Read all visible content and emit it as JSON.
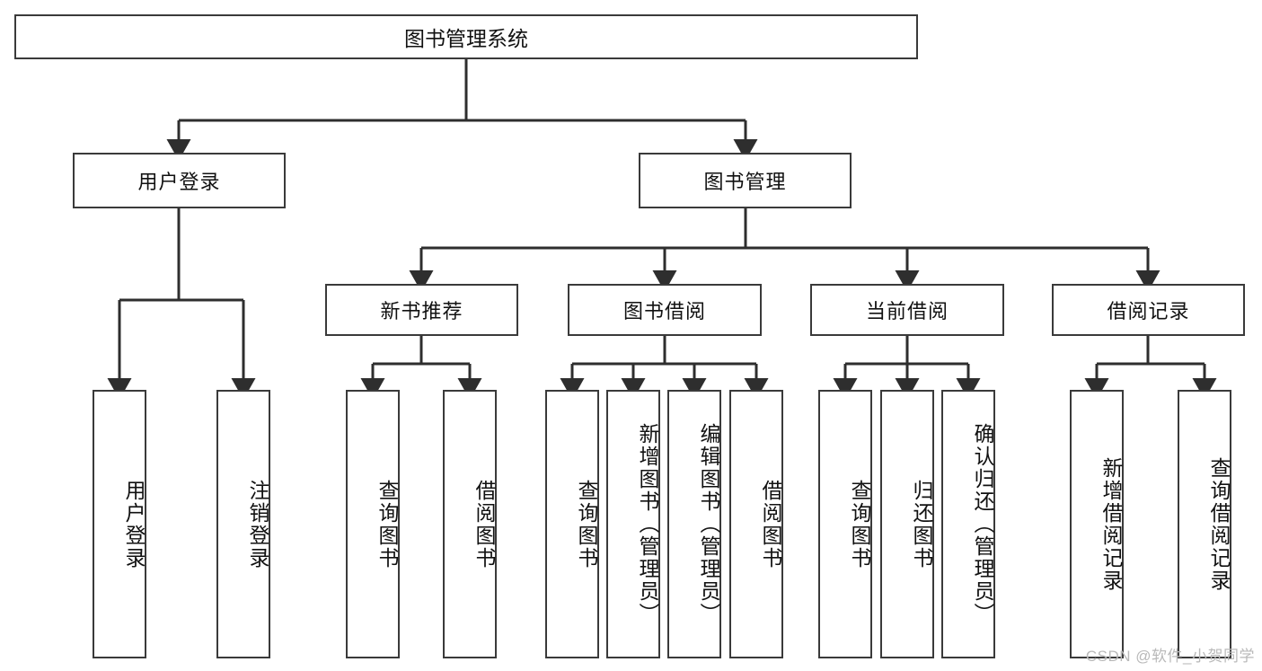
{
  "diagram": {
    "title": "图书管理系统",
    "type": "tree",
    "watermark": "CSDN @软件_小贺同学",
    "colors": {
      "box_border": "#3a3a3a",
      "box_fill": "#ffffff",
      "line": "#2e2e2e",
      "text": "#111111",
      "watermark": "#b9b9b9"
    },
    "nodes": {
      "root": {
        "label": "图书管理系统",
        "level": 1,
        "orientation": "horizontal"
      },
      "user_login": {
        "label": "用户登录",
        "level": 2,
        "orientation": "horizontal"
      },
      "book_manage": {
        "label": "图书管理",
        "level": 2,
        "orientation": "horizontal"
      },
      "new_book_rec": {
        "label": "新书推荐",
        "level": 3,
        "orientation": "horizontal"
      },
      "book_borrow": {
        "label": "图书借阅",
        "level": 3,
        "orientation": "horizontal"
      },
      "current_borrow": {
        "label": "当前借阅",
        "level": 3,
        "orientation": "horizontal"
      },
      "borrow_record": {
        "label": "借阅记录",
        "level": 3,
        "orientation": "horizontal"
      },
      "leaf_user_login": {
        "label": "用户登录",
        "level": 4,
        "orientation": "vertical"
      },
      "leaf_logout": {
        "label": "注销登录",
        "level": 4,
        "orientation": "vertical"
      },
      "leaf_query_book_a": {
        "label": "查询图书",
        "level": 4,
        "orientation": "vertical"
      },
      "leaf_borrow_book_a": {
        "label": "借阅图书",
        "level": 4,
        "orientation": "vertical"
      },
      "leaf_query_book_b": {
        "label": "查询图书",
        "level": 4,
        "orientation": "vertical"
      },
      "leaf_add_book": {
        "label": "新增图书（管理员）",
        "level": 4,
        "orientation": "vertical"
      },
      "leaf_edit_book": {
        "label": "编辑图书（管理员）",
        "level": 4,
        "orientation": "vertical"
      },
      "leaf_borrow_book_b": {
        "label": "借阅图书",
        "level": 4,
        "orientation": "vertical"
      },
      "leaf_query_book_c": {
        "label": "查询图书",
        "level": 4,
        "orientation": "vertical"
      },
      "leaf_return_book": {
        "label": "归还图书",
        "level": 4,
        "orientation": "vertical"
      },
      "leaf_confirm_return": {
        "label": "确认归还（管理员）",
        "level": 4,
        "orientation": "vertical"
      },
      "leaf_add_record": {
        "label": "新增借阅记录",
        "level": 4,
        "orientation": "vertical"
      },
      "leaf_query_record": {
        "label": "查询借阅记录",
        "level": 4,
        "orientation": "vertical"
      }
    },
    "edges": [
      {
        "from": "root",
        "to": "user_login"
      },
      {
        "from": "root",
        "to": "book_manage"
      },
      {
        "from": "user_login",
        "to": "leaf_user_login"
      },
      {
        "from": "user_login",
        "to": "leaf_logout"
      },
      {
        "from": "book_manage",
        "to": "new_book_rec"
      },
      {
        "from": "book_manage",
        "to": "book_borrow"
      },
      {
        "from": "book_manage",
        "to": "current_borrow"
      },
      {
        "from": "book_manage",
        "to": "borrow_record"
      },
      {
        "from": "new_book_rec",
        "to": "leaf_query_book_a"
      },
      {
        "from": "new_book_rec",
        "to": "leaf_borrow_book_a"
      },
      {
        "from": "book_borrow",
        "to": "leaf_query_book_b"
      },
      {
        "from": "book_borrow",
        "to": "leaf_add_book"
      },
      {
        "from": "book_borrow",
        "to": "leaf_edit_book"
      },
      {
        "from": "book_borrow",
        "to": "leaf_borrow_book_b"
      },
      {
        "from": "current_borrow",
        "to": "leaf_query_book_c"
      },
      {
        "from": "current_borrow",
        "to": "leaf_return_book"
      },
      {
        "from": "current_borrow",
        "to": "leaf_confirm_return"
      },
      {
        "from": "borrow_record",
        "to": "leaf_add_record"
      },
      {
        "from": "borrow_record",
        "to": "leaf_query_record"
      }
    ]
  }
}
